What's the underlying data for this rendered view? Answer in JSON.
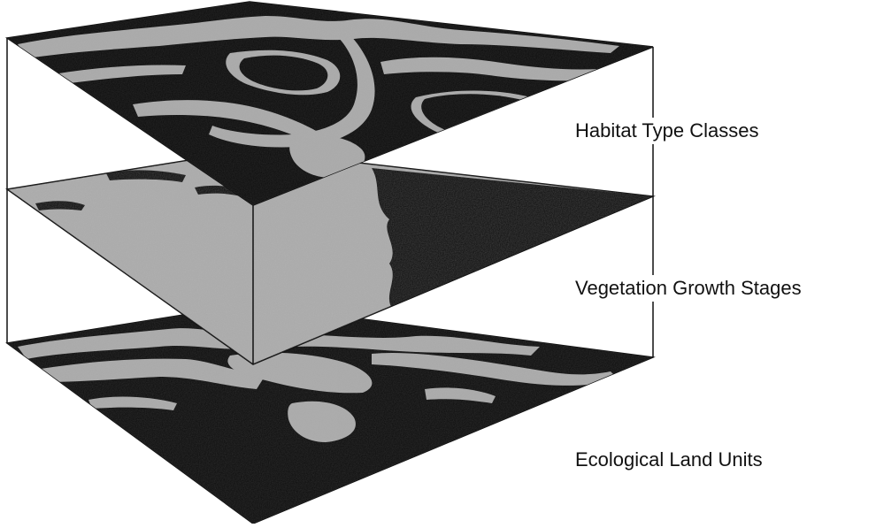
{
  "layers": [
    {
      "id": "top",
      "label": "Habitat Type Classes"
    },
    {
      "id": "middle",
      "label": "Vegetation Growth Stages"
    },
    {
      "id": "bottom",
      "label": "Ecological Land Units"
    }
  ],
  "colors": {
    "dark_patch": "#0b0b0b",
    "light_patch": "#a9a9a9",
    "outline": "#111111",
    "background": "#ffffff"
  }
}
